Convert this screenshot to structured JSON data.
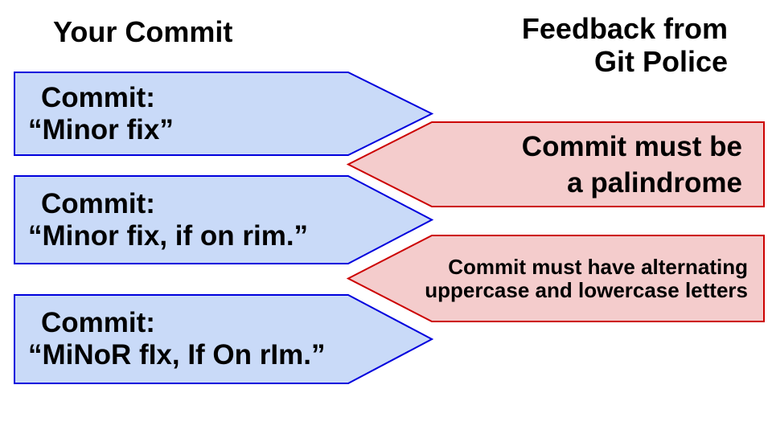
{
  "colors": {
    "blue_fill": "#c9daf8",
    "blue_stroke": "#0000dd",
    "red_fill": "#f4cccc",
    "red_stroke": "#cc0000",
    "text": "#000000",
    "background": "#ffffff"
  },
  "header": {
    "left_title": "Your Commit",
    "right_title_line1": "Feedback from",
    "right_title_line2": "Git Police"
  },
  "commits": [
    {
      "label": "Commit:",
      "message": "“Minor fix”"
    },
    {
      "label": "Commit:",
      "message": "“Minor fix, if on rim.”"
    },
    {
      "label": "Commit:",
      "message": "“MiNoR fIx, If On rIm.”"
    }
  ],
  "feedback": [
    {
      "line1": "Commit must be",
      "line2": "a palindrome"
    },
    {
      "line1": "Commit must have alternating",
      "line2": "uppercase and lowercase letters"
    }
  ]
}
